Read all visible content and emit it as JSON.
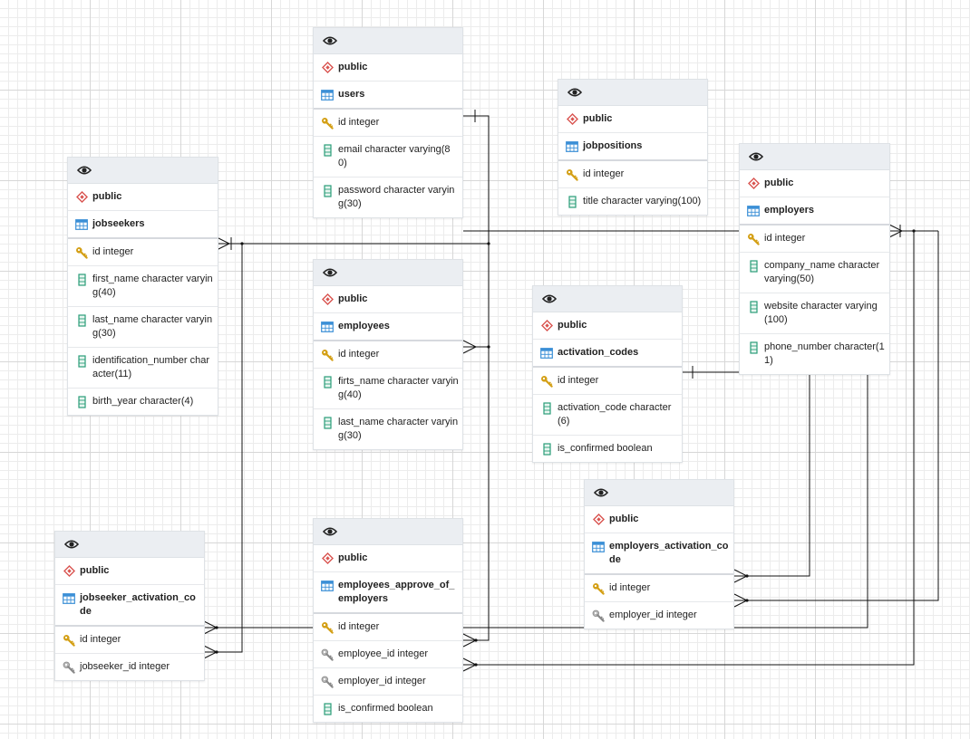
{
  "tables": [
    {
      "schema": "public",
      "name": "users",
      "columns": [
        {
          "text": "id integer",
          "kind": "pk"
        },
        {
          "text": "email character varying(80)",
          "kind": "col"
        },
        {
          "text": "password character varying(30)",
          "kind": "col"
        }
      ]
    },
    {
      "schema": "public",
      "name": "jobpositions",
      "columns": [
        {
          "text": "id integer",
          "kind": "pk"
        },
        {
          "text": "title character varying(100)",
          "kind": "col"
        }
      ]
    },
    {
      "schema": "public",
      "name": "employers",
      "columns": [
        {
          "text": "id integer",
          "kind": "pk"
        },
        {
          "text": "company_name character varying(50)",
          "kind": "col"
        },
        {
          "text": "website character varying(100)",
          "kind": "col"
        },
        {
          "text": "phone_number character(11)",
          "kind": "col"
        }
      ]
    },
    {
      "schema": "public",
      "name": "jobseekers",
      "columns": [
        {
          "text": "id integer",
          "kind": "pk"
        },
        {
          "text": "first_name character varying(40)",
          "kind": "col"
        },
        {
          "text": "last_name character varying(30)",
          "kind": "col"
        },
        {
          "text": "identification_number character(11)",
          "kind": "col"
        },
        {
          "text": "birth_year character(4)",
          "kind": "col"
        }
      ]
    },
    {
      "schema": "public",
      "name": "employees",
      "columns": [
        {
          "text": "id integer",
          "kind": "pk"
        },
        {
          "text": "firts_name character varying(40)",
          "kind": "col"
        },
        {
          "text": "last_name character varying(30)",
          "kind": "col"
        }
      ]
    },
    {
      "schema": "public",
      "name": "activation_codes",
      "columns": [
        {
          "text": "id integer",
          "kind": "pk"
        },
        {
          "text": "activation_code character(6)",
          "kind": "col"
        },
        {
          "text": "is_confirmed boolean",
          "kind": "col"
        }
      ]
    },
    {
      "schema": "public",
      "name": "employers_activation_code",
      "columns": [
        {
          "text": "id integer",
          "kind": "pk"
        },
        {
          "text": "employer_id integer",
          "kind": "fk"
        }
      ]
    },
    {
      "schema": "public",
      "name": "jobseeker_activation_code",
      "columns": [
        {
          "text": "id integer",
          "kind": "pk"
        },
        {
          "text": "jobseeker_id integer",
          "kind": "fk"
        }
      ]
    },
    {
      "schema": "public",
      "name": "employees_approve_of_employers",
      "columns": [
        {
          "text": "id integer",
          "kind": "pk"
        },
        {
          "text": "employee_id integer",
          "kind": "fk"
        },
        {
          "text": "employer_id integer",
          "kind": "fk"
        },
        {
          "text": "is_confirmed boolean",
          "kind": "col"
        }
      ]
    }
  ],
  "relationships": [
    {
      "from": "jobseeker_activation_code.jobseeker_id",
      "to": "jobseekers.id"
    },
    {
      "from": "jobseeker_activation_code.id",
      "to": "activation_codes.id"
    },
    {
      "from": "employers_activation_code.id",
      "to": "activation_codes.id"
    },
    {
      "from": "employers_activation_code.employer_id",
      "to": "employers.id"
    },
    {
      "from": "employees_approve_of_employers.employee_id",
      "to": "employees.id"
    },
    {
      "from": "employees_approve_of_employers.employer_id",
      "to": "employers.id"
    },
    {
      "from": "jobseekers.id",
      "to": "users.id"
    },
    {
      "from": "employees.id",
      "to": "users.id"
    },
    {
      "from": "employers.id",
      "to": "users.id"
    }
  ],
  "colors": {
    "schema_icon": "#d9534f",
    "table_icon": "#3b8fd6",
    "column_icon": "#2a9d78",
    "pk_icon": "#d4a017",
    "fk_icon": "#8a8a8a",
    "edge": "#111111"
  }
}
